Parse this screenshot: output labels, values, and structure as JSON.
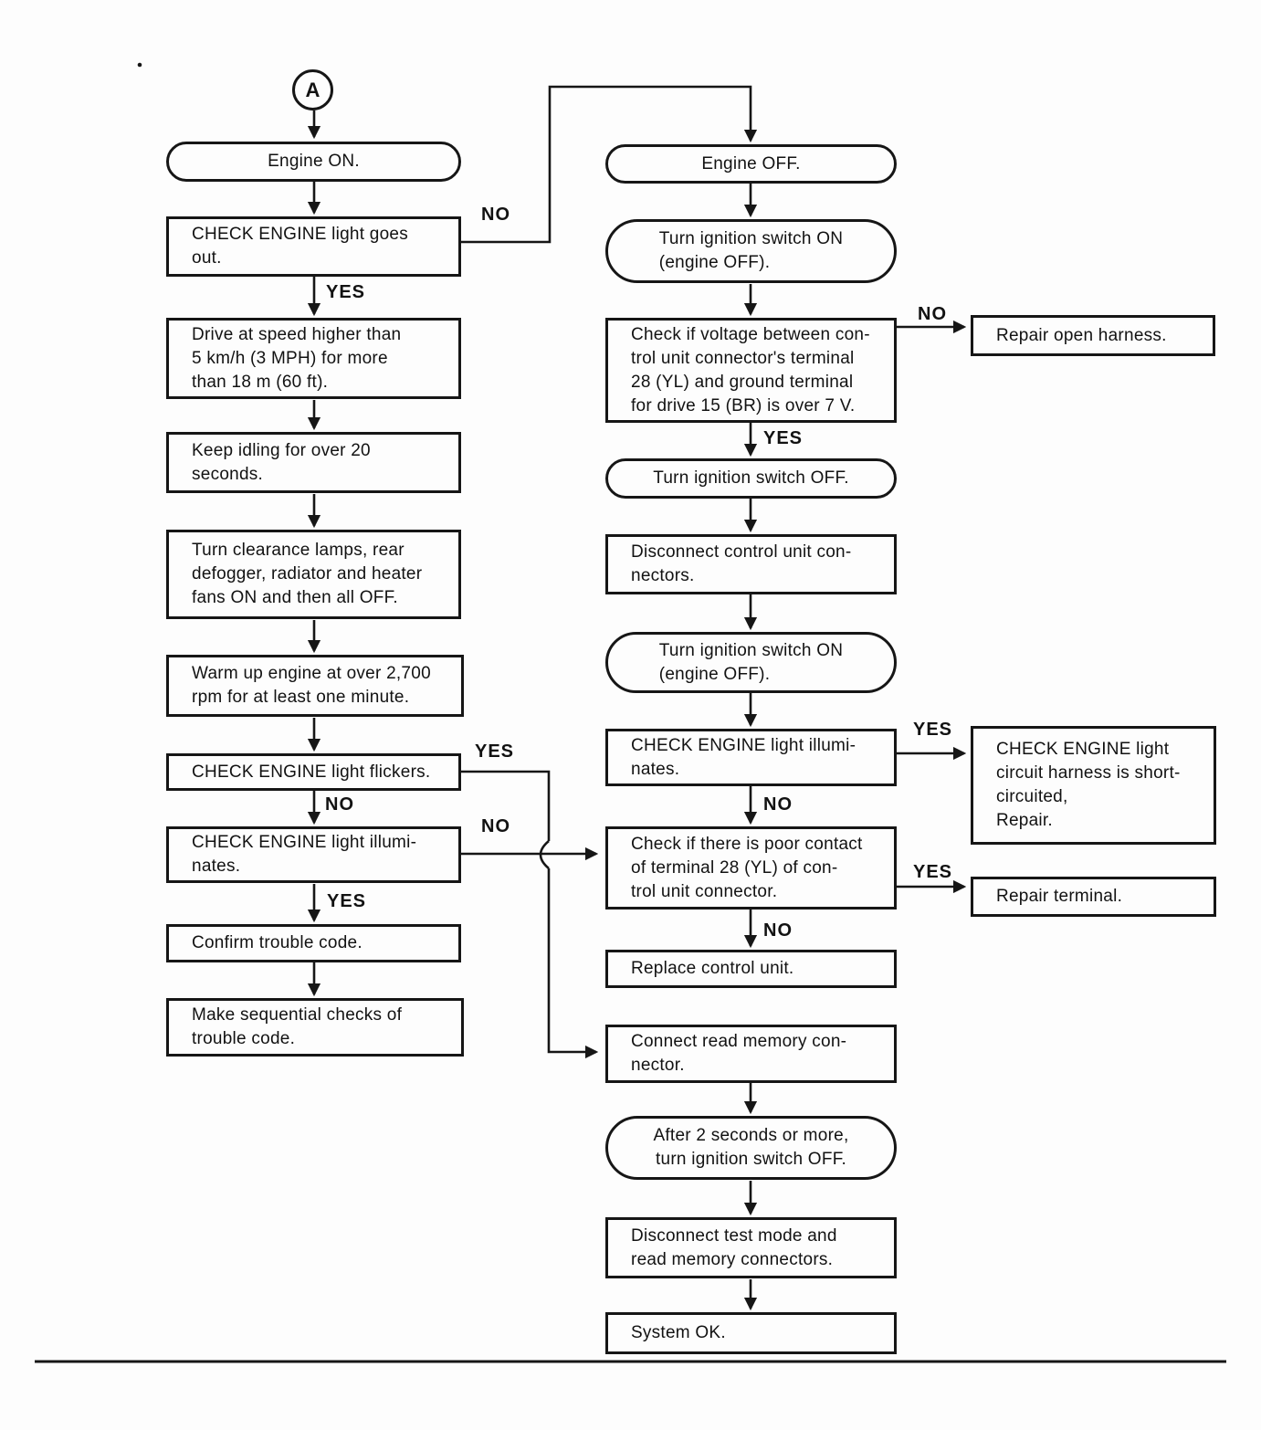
{
  "labels": {
    "yes": "YES",
    "no": "NO"
  },
  "connector": {
    "a": "A"
  },
  "left_column": {
    "engine_on": "Engine ON.",
    "check_engine_goes_out": "CHECK ENGINE light goes\nout.",
    "drive_speed": "Drive at speed higher than\n5 km/h (3 MPH) for more\nthan 18 m (60 ft).",
    "keep_idling": "Keep idling for over 20\nseconds.",
    "turn_accessories": "Turn clearance lamps, rear\ndefogger, radiator and heater\nfans ON and then all OFF.",
    "warm_up_engine": "Warm up engine at over 2,700\nrpm for at least one minute.",
    "light_flickers": "CHECK ENGINE light flickers.",
    "light_illuminates": "CHECK ENGINE light illumi-\nnates.",
    "confirm_trouble_code": "Confirm trouble code.",
    "sequential_checks": "Make sequential checks of\ntrouble code."
  },
  "right_column": {
    "engine_off": "Engine OFF.",
    "ignition_on_1": "Turn ignition switch ON\n(engine OFF).",
    "check_voltage": "Check if voltage between con-\ntrol unit connector's terminal\n28 (YL) and ground terminal\nfor drive 15 (BR) is over 7 V.",
    "ignition_off": "Turn ignition switch OFF.",
    "disconnect_connectors": "Disconnect control unit con-\nnectors.",
    "ignition_on_2": "Turn ignition switch ON\n(engine OFF).",
    "light_illuminates": "CHECK ENGINE light illumi-\nnates.",
    "poor_contact": "Check if there is poor contact\nof terminal 28 (YL) of con-\ntrol unit connector.",
    "replace_control_unit": "Replace control unit.",
    "connect_read_memory": "Connect read memory con-\nnector.",
    "after_two_seconds": "After 2 seconds or more,\nturn ignition switch OFF.",
    "disconnect_test_mode": "Disconnect test mode and\nread memory connectors.",
    "system_ok": "System OK."
  },
  "side_column": {
    "repair_open_harness": "Repair open harness.",
    "short_circuit_repair": "CHECK ENGINE light\ncircuit harness is short-\ncircuited,\nRepair.",
    "repair_terminal": "Repair terminal."
  }
}
